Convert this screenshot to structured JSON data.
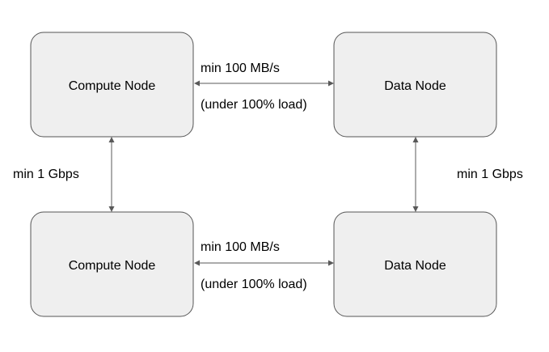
{
  "nodes": [
    {
      "id": "compute-top",
      "label": "Compute Node"
    },
    {
      "id": "data-top",
      "label": "Data Node"
    },
    {
      "id": "compute-bottom",
      "label": "Compute Node"
    },
    {
      "id": "data-bottom",
      "label": "Data Node"
    }
  ],
  "links": [
    {
      "from": "compute-top",
      "to": "data-top",
      "bandwidth": "min 100 MB/s",
      "condition": "(under 100% load)"
    },
    {
      "from": "compute-bottom",
      "to": "data-bottom",
      "bandwidth": "min 100 MB/s",
      "condition": "(under 100% load)"
    },
    {
      "from": "compute-top",
      "to": "compute-bottom",
      "bandwidth": "min 1 Gbps"
    },
    {
      "from": "data-top",
      "to": "data-bottom",
      "bandwidth": "min 1 Gbps"
    }
  ],
  "colors": {
    "node_fill": "#efefef",
    "node_border": "#555555",
    "arrow": "#595959"
  }
}
